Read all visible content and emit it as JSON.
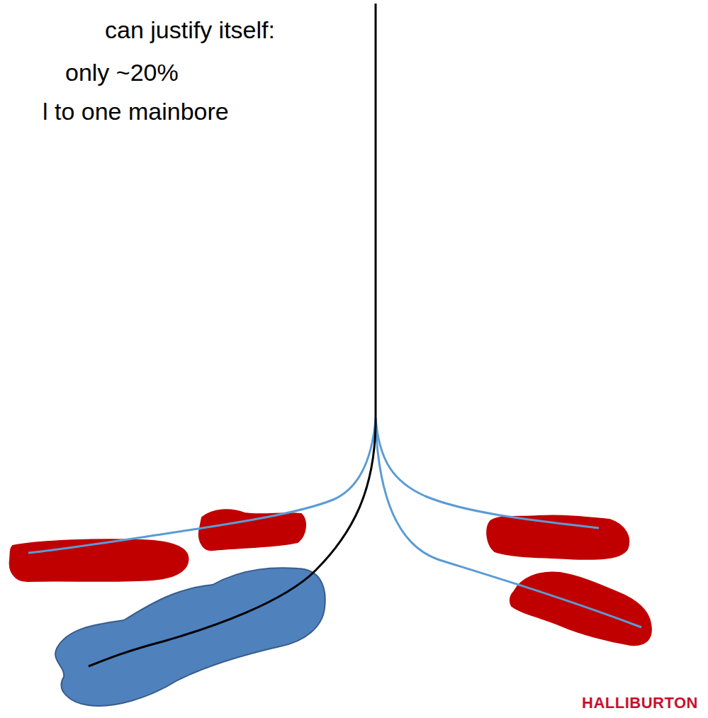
{
  "diagram": {
    "labels": [
      "can justify itself:",
      "only ~20%",
      "l to one mainbore",
      "HALLIBURTON"
    ]
  }
}
